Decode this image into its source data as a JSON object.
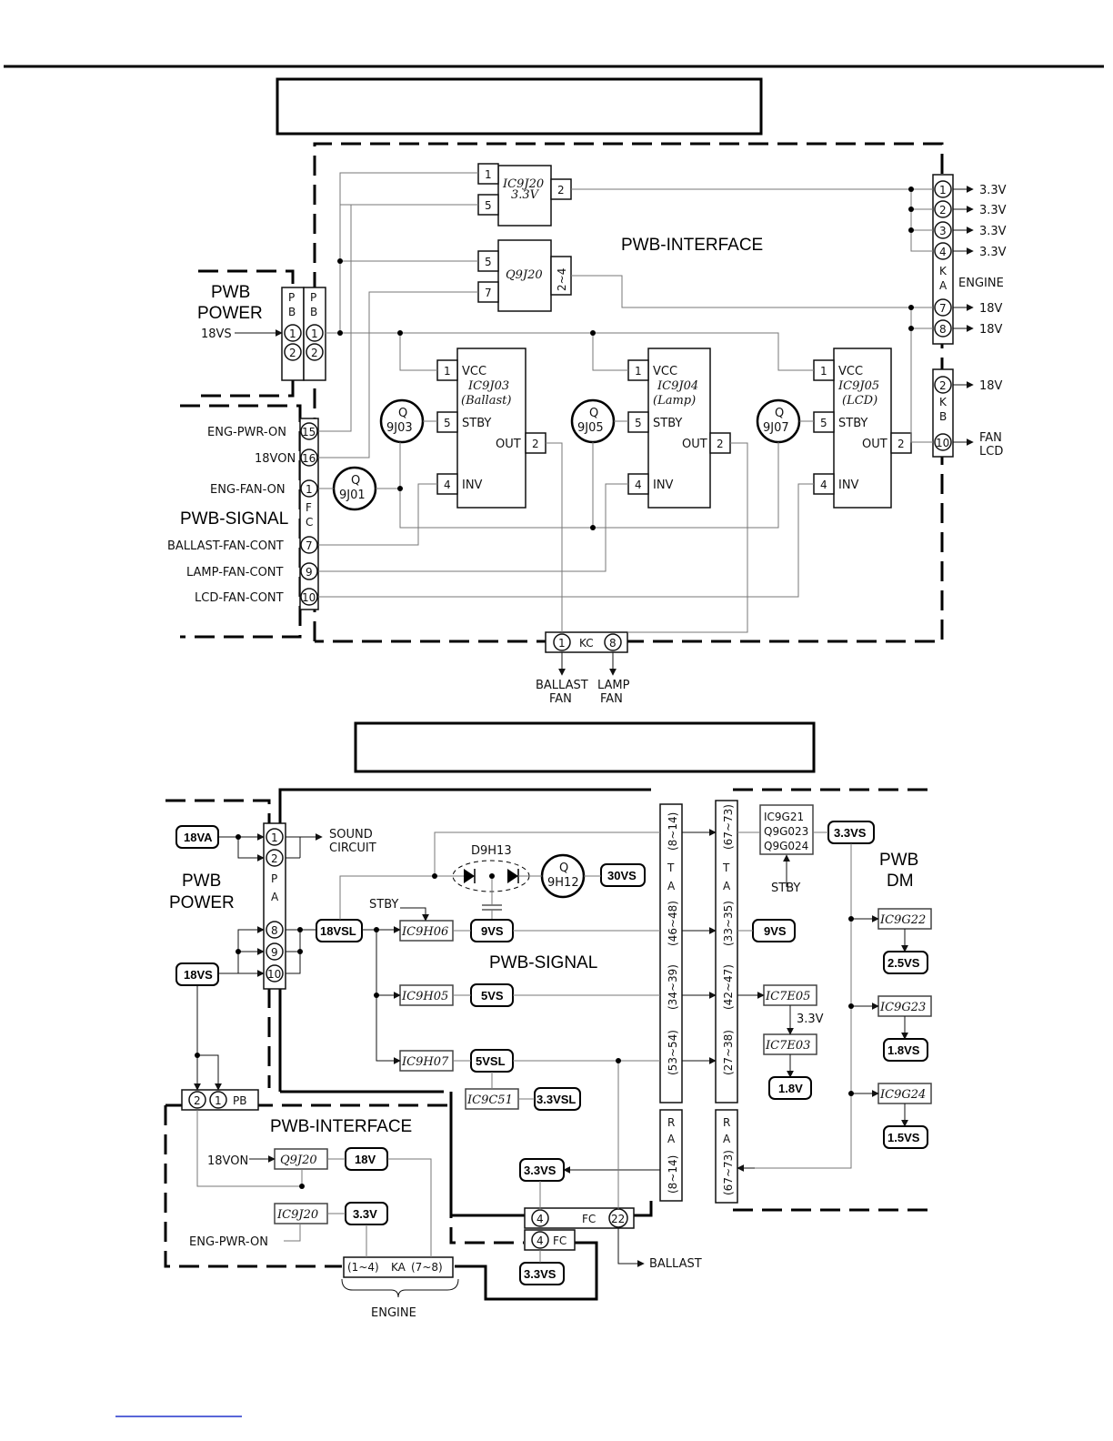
{
  "top_diagram": {
    "boards": {
      "interface": "PWB-INTERFACE",
      "power_line1": "PWB",
      "power_line2": "POWER",
      "signal": "PWB-SIGNAL"
    },
    "connectors": {
      "pb": "PB",
      "fc": "FC",
      "ka": "KA",
      "kb": "KB",
      "kc": "KC"
    },
    "left_signals": [
      "ENG-PWR-ON",
      "18VON",
      "ENG-FAN-ON",
      "BALLAST-FAN-CONT",
      "LAMP-FAN-CONT",
      "LCD-FAN-CONT"
    ],
    "fc_pins": [
      "15",
      "16",
      "1",
      "7",
      "9",
      "10"
    ],
    "pb_input": "18VS",
    "pb_pins": [
      "1",
      "2"
    ],
    "ic_3v3": {
      "name": "IC9J20",
      "sub": "3.3V",
      "pins": [
        "1",
        "5",
        "2"
      ]
    },
    "q_18v": {
      "name": "Q9J20",
      "pins": [
        "5",
        "7",
        "2~4"
      ]
    },
    "fan_ics": [
      {
        "name": "IC9J03",
        "sub": "(Ballast)",
        "q": "Q",
        "q2": "9J03",
        "vcc": "VCC",
        "stby": "STBY",
        "out": "OUT",
        "inv": "INV",
        "pins": [
          "1",
          "5",
          "4",
          "2"
        ]
      },
      {
        "name": "IC9J04",
        "sub": "(Lamp)",
        "q": "Q",
        "q2": "9J05",
        "vcc": "VCC",
        "stby": "STBY",
        "out": "OUT",
        "inv": "INV",
        "pins": [
          "1",
          "5",
          "4",
          "2"
        ]
      },
      {
        "name": "IC9J05",
        "sub": "(LCD)",
        "q": "Q",
        "q2": "9J07",
        "vcc": "VCC",
        "stby": "STBY",
        "out": "OUT",
        "inv": "INV",
        "pins": [
          "1",
          "5",
          "4",
          "2"
        ]
      }
    ],
    "q9j01": {
      "q": "Q",
      "q2": "9J01"
    },
    "ka_pins": [
      "1",
      "2",
      "3",
      "4",
      "7",
      "8"
    ],
    "ka_outputs": [
      "3.3V",
      "3.3V",
      "3.3V",
      "3.3V",
      "18V",
      "18V"
    ],
    "engine_label": "ENGINE",
    "kb_pins": [
      "2",
      "10"
    ],
    "kb_outputs": [
      "18V",
      "FAN",
      "LCD"
    ],
    "kc_pins": [
      "1",
      "8"
    ],
    "kc_outputs": [
      "BALLAST",
      "FAN",
      "LAMP",
      "FAN"
    ]
  },
  "bottom_diagram": {
    "boards": {
      "power_line1": "PWB",
      "power_line2": "POWER",
      "signal": "PWB-SIGNAL",
      "dm_line1": "PWB",
      "dm_line2": "DM",
      "interface": "PWB-INTERFACE"
    },
    "pa": {
      "label": "P A",
      "pins": [
        "1",
        "2",
        "8",
        "9",
        "10"
      ]
    },
    "inputs": [
      "18VA",
      "18VS"
    ],
    "sound": [
      "SOUND",
      "CIRCUIT"
    ],
    "d9h13": "D9H13",
    "q9h12": {
      "q": "Q",
      "q2": "9H12"
    },
    "rails": [
      "30VS",
      "18VSL",
      "9VS",
      "5VS",
      "5VSL",
      "3.3VSL",
      "3.3VS",
      "9VS",
      "2.5VS",
      "1.8VS",
      "1.5VS",
      "1.8V",
      "18V",
      "3.3V",
      "3.3VS",
      "3.3VS"
    ],
    "ics": [
      "IC9H06",
      "IC9H05",
      "IC9H07",
      "IC9C51",
      "IC9G22",
      "IC9G23",
      "IC9G24",
      "IC7E05",
      "IC7E03",
      "Q9J20",
      "IC9J20"
    ],
    "ic9g21": [
      "IC9G21",
      "Q9G023",
      "Q9G024"
    ],
    "stby": "STBY",
    "label_3v3": "3.3V",
    "ta_left": [
      "(8~14)",
      "T",
      "A",
      "(46~48)",
      "(34~39)",
      "(53~54)"
    ],
    "ta_right": [
      "(67~73)",
      "T",
      "A",
      "(33~35)",
      "(42~47)",
      "(27~38)"
    ],
    "ra_left": [
      "R",
      "A",
      "(8~14)"
    ],
    "ra_right": [
      "R",
      "A",
      "(67~73)"
    ],
    "pb": {
      "pins": [
        "2",
        "1"
      ],
      "label": "PB"
    },
    "fc": {
      "pins": [
        "4",
        "22",
        "4"
      ],
      "label": "FC"
    },
    "ka": {
      "left": "(1~4)",
      "label": "KA",
      "right": "(7~8)"
    },
    "left_signals": [
      "18VON",
      "ENG-PWR-ON"
    ],
    "engine": "ENGINE",
    "ballast": "BALLAST"
  },
  "footer_link": ""
}
